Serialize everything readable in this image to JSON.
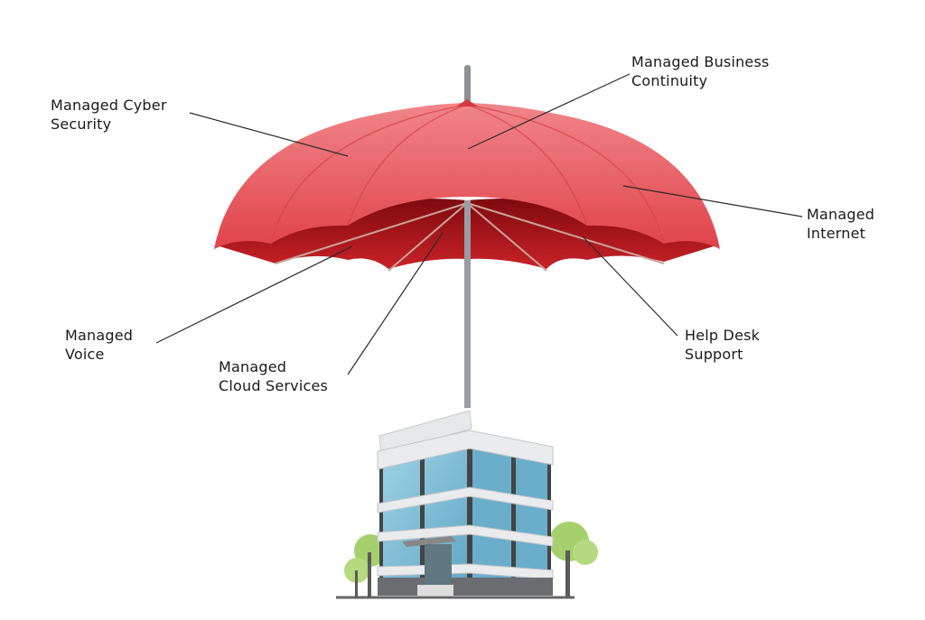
{
  "labels": {
    "cyber": [
      "Managed Cyber",
      "Security"
    ],
    "business": [
      "Managed Business",
      "Continuity"
    ],
    "internet": [
      "Managed",
      "Internet"
    ],
    "voice": [
      "Managed",
      "Voice"
    ],
    "cloud": [
      "Managed",
      "Cloud Services"
    ],
    "helpdesk": [
      "Help Desk",
      "Support"
    ]
  },
  "colors": {
    "canopy": "#e8545a",
    "canopy_under": "#a81418",
    "glass": "#7fbfd8",
    "tree": "#a6d06e"
  }
}
